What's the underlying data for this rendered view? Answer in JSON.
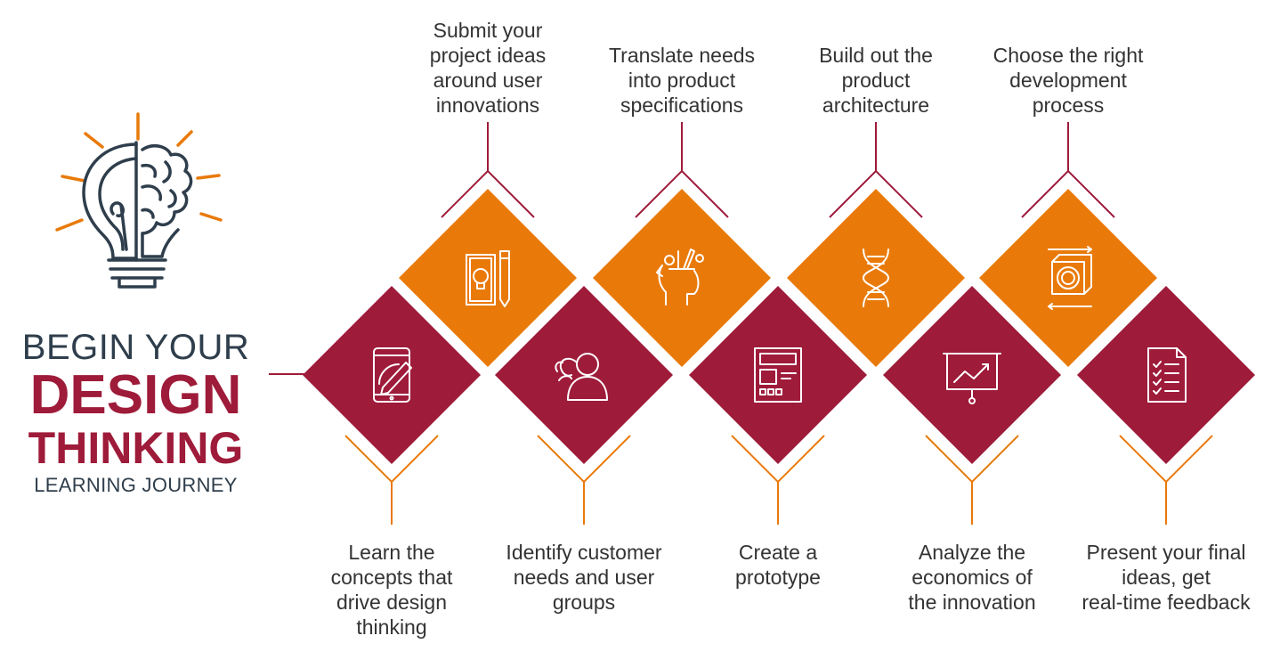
{
  "title": {
    "line1": "BEGIN YOUR",
    "line2": "DESIGN",
    "line3": "THINKING",
    "line4": "LEARNING JOURNEY"
  },
  "colors": {
    "orange": "#e97a0a",
    "maroon": "#9e1b3a",
    "navy": "#2f3e4c",
    "text": "#333333"
  },
  "steps_top": [
    {
      "lines": [
        "Submit your",
        "project ideas",
        "around user",
        "innovations"
      ],
      "icon": "idea-document-icon"
    },
    {
      "lines": [
        "Translate needs",
        "into product",
        "specifications"
      ],
      "icon": "head-with-tools-icon"
    },
    {
      "lines": [
        "Build out the",
        "product",
        "architecture"
      ],
      "icon": "dna-helix-icon"
    },
    {
      "lines": [
        "Choose the right",
        "development",
        "process"
      ],
      "icon": "gear-process-icon"
    }
  ],
  "steps_bottom": [
    {
      "lines": [
        "Learn the",
        "concepts that",
        "drive design",
        "thinking"
      ],
      "icon": "tablet-pencil-icon"
    },
    {
      "lines": [
        "Identify customer",
        "needs and user",
        "groups"
      ],
      "icon": "user-group-icon"
    },
    {
      "lines": [
        "Create a",
        "prototype"
      ],
      "icon": "wireframe-icon"
    },
    {
      "lines": [
        "Analyze the",
        "economics of",
        "the innovation"
      ],
      "icon": "presentation-chart-icon"
    },
    {
      "lines": [
        "Present your final",
        "ideas, get",
        "real-time feedback"
      ],
      "icon": "checklist-icon"
    }
  ]
}
